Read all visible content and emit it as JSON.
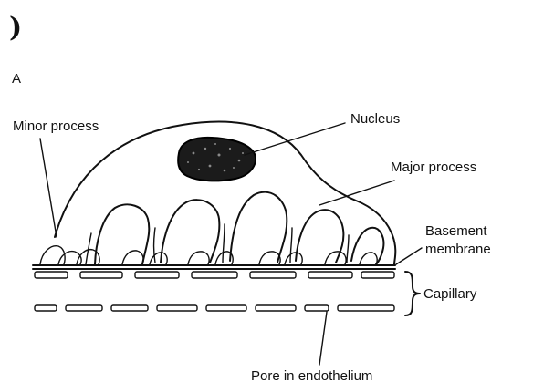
{
  "diagram": {
    "corner_mark": ")",
    "panel_letter": "A",
    "labels": {
      "minor_process": "Minor process",
      "nucleus": "Nucleus",
      "major_process": "Major process",
      "basement_line1": "Basement",
      "basement_line2": "membrane",
      "capillary": "Capillary",
      "pore": "Pore in endothelium"
    }
  }
}
